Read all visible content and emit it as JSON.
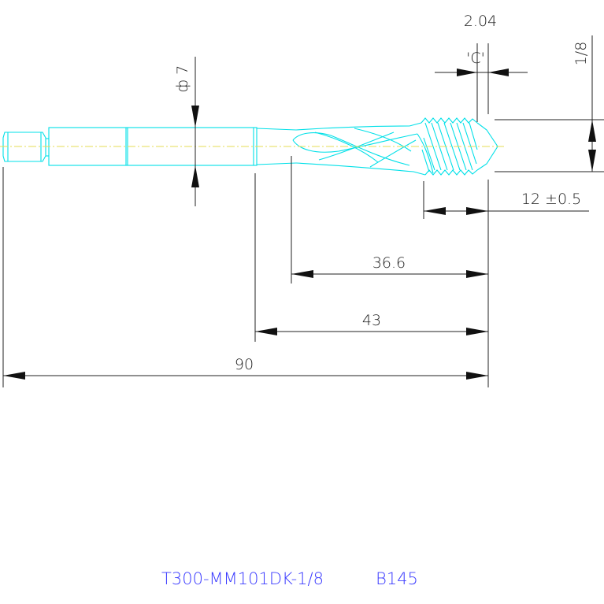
{
  "drawing": {
    "part_number": "T300-MM101DK-1/8",
    "code": "B145",
    "dimensions": {
      "diameter": "ф 7",
      "thread_size": "1/8",
      "c_value": "2.04",
      "c_label": "'C'",
      "thread_length": "12 ±0.5",
      "flute_length": "36.6",
      "neck_length": "43",
      "overall_length": "90"
    },
    "colors": {
      "tool_outline": "#00e0e8",
      "center_line": "#e6dd55",
      "dimension": "#222222",
      "title": "#3a3aff"
    }
  }
}
